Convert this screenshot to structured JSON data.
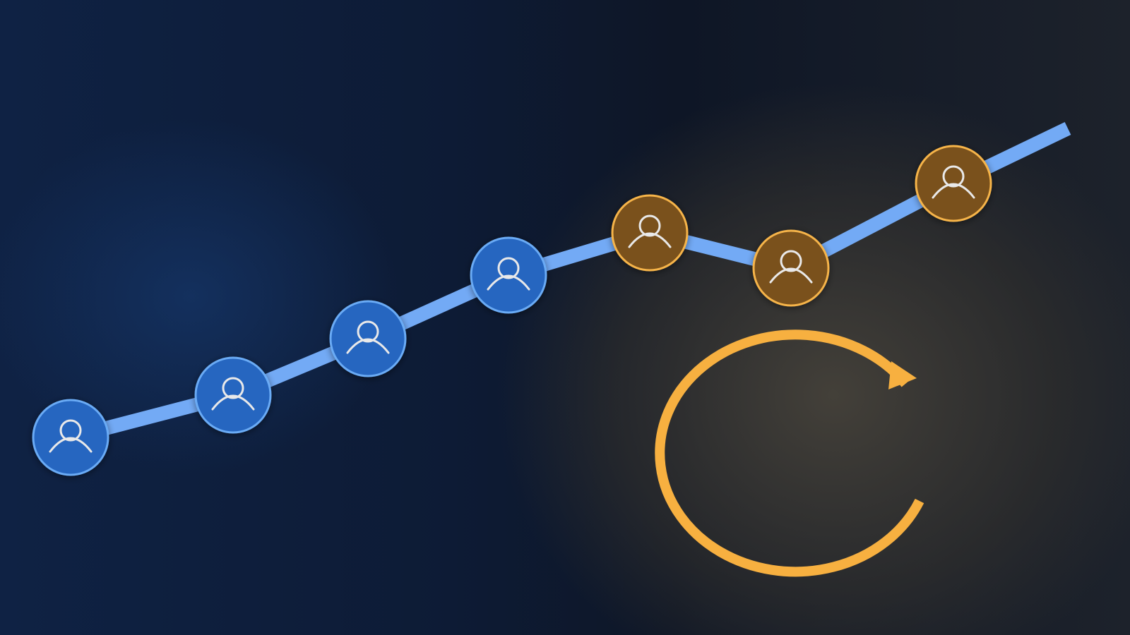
{
  "colors": {
    "path_line": "#73aaf5",
    "blue_fill": "#2766c0",
    "blue_stroke": "#6aabf5",
    "amber_fill": "#7a511e",
    "amber_stroke": "#f6b44a",
    "icon_stroke": "#e9e9e9",
    "cycle_arrow": "#f7b040"
  },
  "nodes": [
    {
      "group": "blue",
      "icon": "person-icon"
    },
    {
      "group": "blue",
      "icon": "person-icon"
    },
    {
      "group": "blue",
      "icon": "person-icon"
    },
    {
      "group": "blue",
      "icon": "person-icon"
    },
    {
      "group": "amber",
      "icon": "person-icon"
    },
    {
      "group": "amber",
      "icon": "person-icon"
    },
    {
      "group": "amber",
      "icon": "person-icon"
    }
  ],
  "cycle_arrow": {
    "icon": "circular-arrow-icon",
    "direction": "clockwise"
  }
}
